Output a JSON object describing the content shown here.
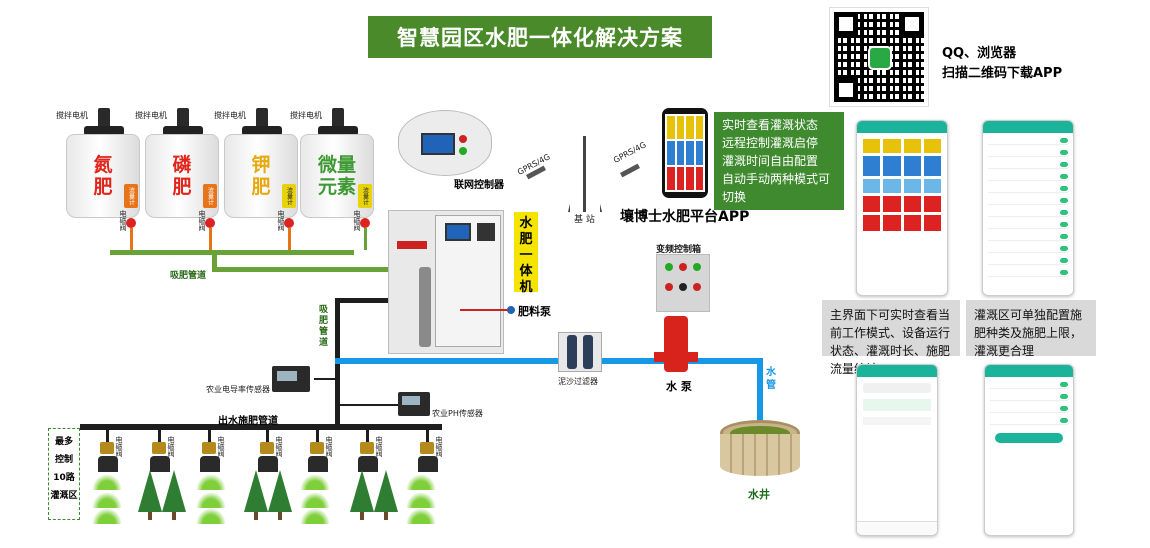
{
  "title": "智慧园区水肥一体化解决方案",
  "qr": {
    "line1": "QQ、浏览器",
    "line2": "扫描二维码下载APP"
  },
  "tanks": [
    {
      "label": "氮\n肥",
      "color": "#e0251b",
      "motor_label": "搅拌电机",
      "flow_label": "流量计",
      "valve_label": "电磁阀"
    },
    {
      "label": "磷\n肥",
      "color": "#e0251b",
      "motor_label": "搅拌电机",
      "flow_label": "流量计",
      "valve_label": "电磁阀"
    },
    {
      "label": "钾\n肥",
      "color": "#e7a90f",
      "motor_label": "搅拌电机",
      "flow_label": "流量计",
      "valve_label": "电磁阀"
    },
    {
      "label": "微量\n元素",
      "color": "#3f9a35",
      "motor_label": "搅拌电机",
      "flow_label": "流量计",
      "valve_label": "电磁阀"
    }
  ],
  "labels": {
    "suction_pipe": "吸肥管道",
    "suction_pipe_vertical": "吸肥管道",
    "controller": "联网控制器",
    "gprs_left": "GPRS/4G",
    "gprs_right": "GPRS/4G",
    "base_station": "基 站",
    "machine": "水肥一体机",
    "fertilizer_pump": "肥料泵",
    "vfd_box": "变频控制箱",
    "filter": "泥沙过滤器",
    "water_pump": "水 泵",
    "water_pipe": "水管",
    "well": "水井",
    "ec_sensor": "农业电导率传感器",
    "ph_sensor": "农业PH传感器",
    "outlet_pipe": "出水施肥管道",
    "zones": "最多\n控制\n10路\n灌溉区",
    "sprinkler_valve": "电磁阀",
    "app_name": "壤博士水肥平台APP"
  },
  "app_features": [
    "实时查看灌溉状态",
    "远程控制灌溉启停",
    "灌溉时间自由配置",
    "自动手动两种模式可切换"
  ],
  "captions": {
    "main": "主界面下可实时查看当前工作模式、设备运行状态、灌溉时长、施肥流量统计",
    "zone": "灌溉区可单独配置施肥种类及施肥上限，灌溉更合理"
  },
  "colors": {
    "title_bg": "#4a8a2a",
    "green_pipe": "#6aa23a",
    "blue_pipe": "#1598e6",
    "black_pipe": "#1e1e1e",
    "machine_label_bg": "#f5e400",
    "pump_red": "#d8231c"
  }
}
